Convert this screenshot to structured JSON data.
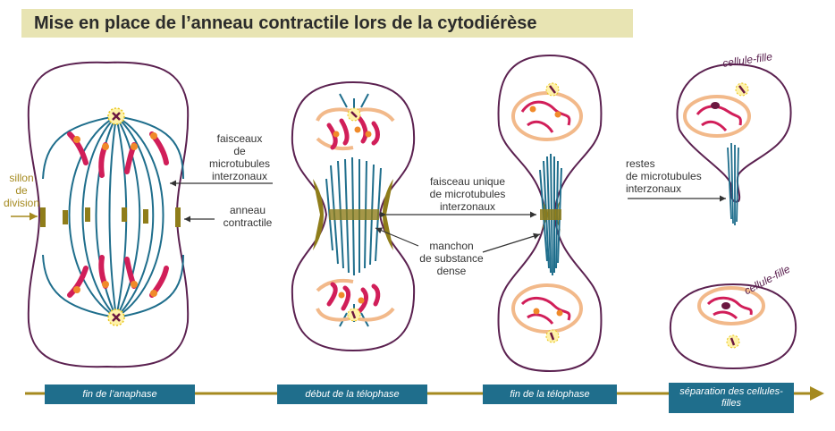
{
  "title": "Mise en place de l’anneau contractile lors de la cytodiérèse",
  "labels": {
    "sillon": "sillon",
    "de": "de",
    "division": "division",
    "faisceaux_1": "faisceaux",
    "faisceaux_2": "de",
    "faisceaux_3": "microtubules",
    "faisceaux_4": "interzonaux",
    "anneau_1": "anneau",
    "anneau_2": "contractile",
    "unique_1": "faisceau unique",
    "unique_2": "de microtubules",
    "unique_3": "interzonaux",
    "manchon_1": "manchon",
    "manchon_2": "de substance",
    "manchon_3": "dense",
    "restes_1": "restes",
    "restes_2": "de microtubules",
    "restes_3": "interzonaux",
    "cellule_fille_top": "cellule-fille",
    "cellule_fille_bottom": "cellule-fille"
  },
  "timeline": {
    "stages": [
      "fin de l’anaphase",
      "début de la télophase",
      "fin de la télophase",
      "séparation des cellules-filles"
    ]
  },
  "colors": {
    "membrane": "#5b2150",
    "microtubule": "#1f6e8c",
    "ring": "#8f7d1a",
    "chromosome": "#d11e59",
    "envelope": "#f2b98a",
    "timeline": "#a58a1f",
    "stage_box": "#1f6e8c"
  }
}
